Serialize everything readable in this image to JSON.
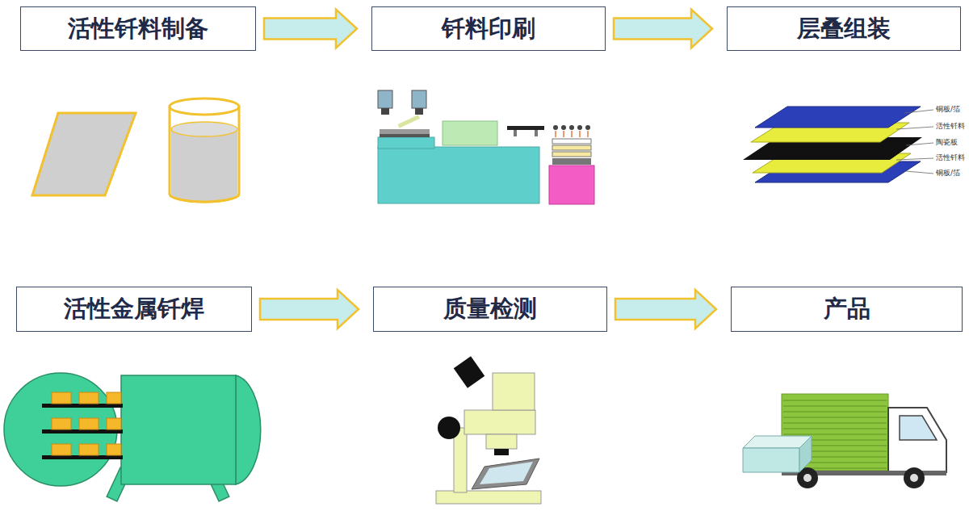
{
  "diagram": {
    "nodes": [
      {
        "text": [
          "活性钎料制备"
        ]
      },
      {
        "text": [
          "钎料印刷"
        ]
      },
      {
        "text": [
          "层叠组装"
        ]
      },
      {
        "text": [
          "活性金属钎焊"
        ]
      },
      {
        "text": [
          "质量检测"
        ]
      },
      {
        "text": [
          "产品"
        ]
      }
    ],
    "edges": [
      {
        "from": 0,
        "to": 1,
        "arrow": "to"
      },
      {
        "from": 1,
        "to": 2,
        "arrow": "to"
      },
      {
        "from": 3,
        "to": 4,
        "arrow": "to"
      },
      {
        "from": 4,
        "to": 5,
        "arrow": "to"
      }
    ],
    "labels": [
      "铜板/箔",
      "活性钎料",
      "陶瓷板",
      "活性钎料",
      "铜板/箔"
    ]
  }
}
